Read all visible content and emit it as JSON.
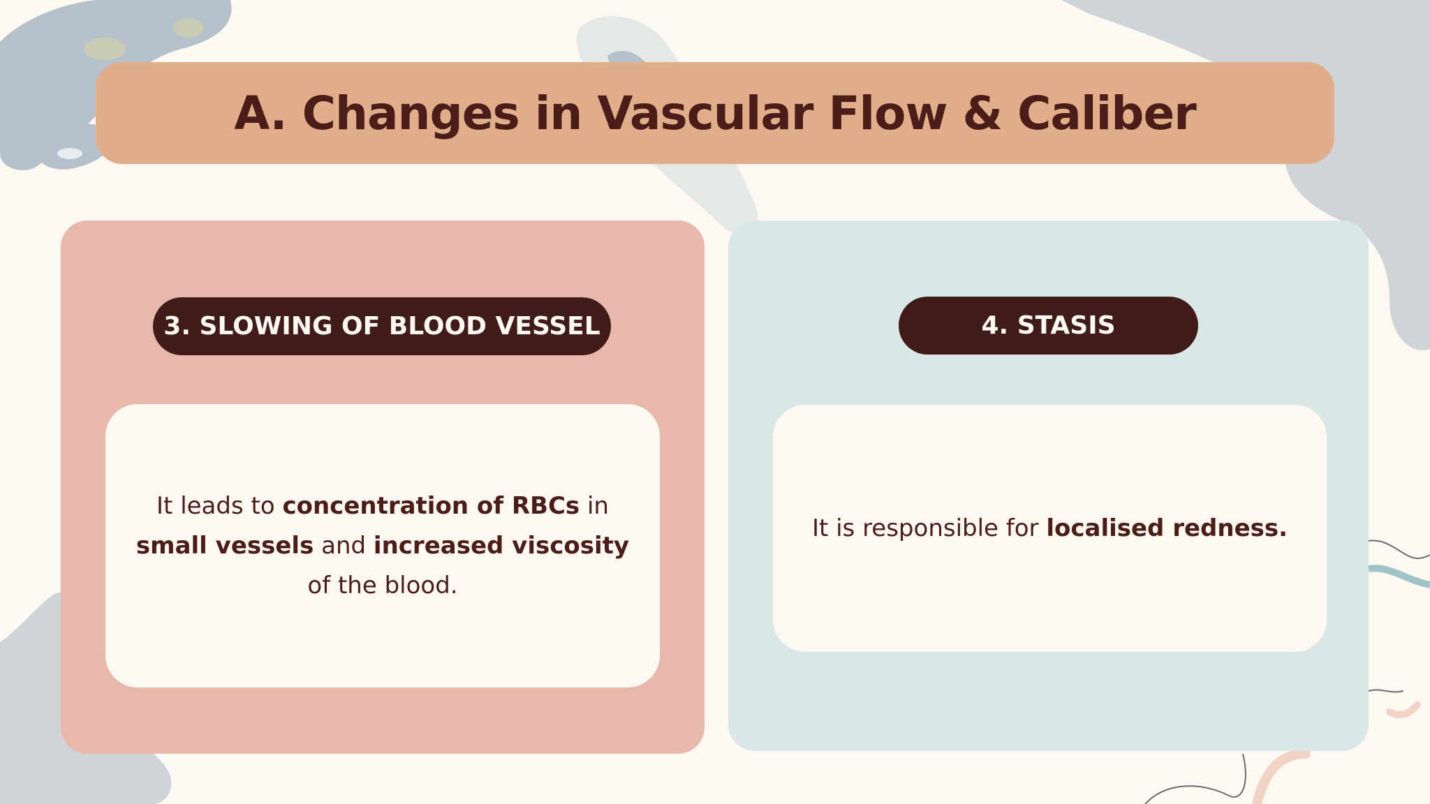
{
  "title": "A. Changes in Vascular Flow & Caliber",
  "cards": [
    {
      "heading": "3. SLOWING OF BLOOD VESSEL",
      "segments": [
        {
          "text": "It leads to ",
          "bold": false
        },
        {
          "text": "concentration of RBCs",
          "bold": true
        },
        {
          "text": " in ",
          "bold": false
        },
        {
          "text": "small vessels",
          "bold": true
        },
        {
          "text": " and ",
          "bold": false
        },
        {
          "text": "increased viscosity",
          "bold": true
        },
        {
          "text": " of the blood.",
          "bold": false
        }
      ]
    },
    {
      "heading": "4. STASIS",
      "segments": [
        {
          "text": "It is responsible for ",
          "bold": false
        },
        {
          "text": "localised redness.",
          "bold": true
        }
      ]
    }
  ],
  "colors": {
    "background": "#fdf8f1",
    "title_bar": "#e0ae8b",
    "card_left": "#e8b8ab",
    "card_right": "#dae7e6",
    "pill": "#3f1c18",
    "text_dark": "#4a1d19"
  }
}
